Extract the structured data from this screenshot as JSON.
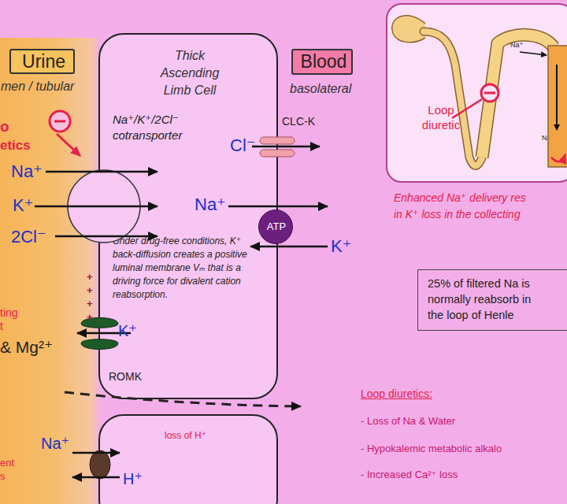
{
  "diagram": {
    "nodes": [
      {
        "text": [
          "Urine"
        ]
      },
      {
        "text": [
          "Blood"
        ]
      },
      {
        "text": [
          "Thick Ascending Limb Cell",
          "Na⁺/K⁺/2Cl⁻ cotransporter",
          "Under drug-free conditions, K⁺ back-diffusion creates a positive luminal membrane Vₘ that is a driving force for divalent cation reabsorption."
        ]
      },
      {
        "text": [
          "ATP"
        ]
      },
      {
        "text": [
          "loss of H⁺"
        ]
      },
      {
        "text": [
          "Loop diuretic",
          "Na⁺",
          "Na⁺",
          "Na⁺"
        ]
      },
      {
        "text": [
          "25% of filtered Na is normally reabsorb in the loop of Henle"
        ]
      }
    ],
    "labels": [
      "men / tubular",
      "basolateral",
      "o",
      "etics",
      "Na⁺",
      "K⁺",
      "2Cl⁻",
      "CLC-K",
      "Cl⁻",
      "Na⁺",
      "K⁺",
      "+",
      "+",
      "+",
      "+",
      "ting",
      "t",
      "K⁺",
      "ROMK",
      "& Mg²⁺",
      "Na⁺",
      "H⁺",
      "ent",
      "s",
      "Enhanced Na⁺ delivery res",
      "in K⁺ loss in the collecting",
      "Loop diuretics:",
      "- Loss of Na & Water",
      "- Hypokalemic metabolic alkalo",
      "- Increased Ca²⁺ loss"
    ]
  }
}
